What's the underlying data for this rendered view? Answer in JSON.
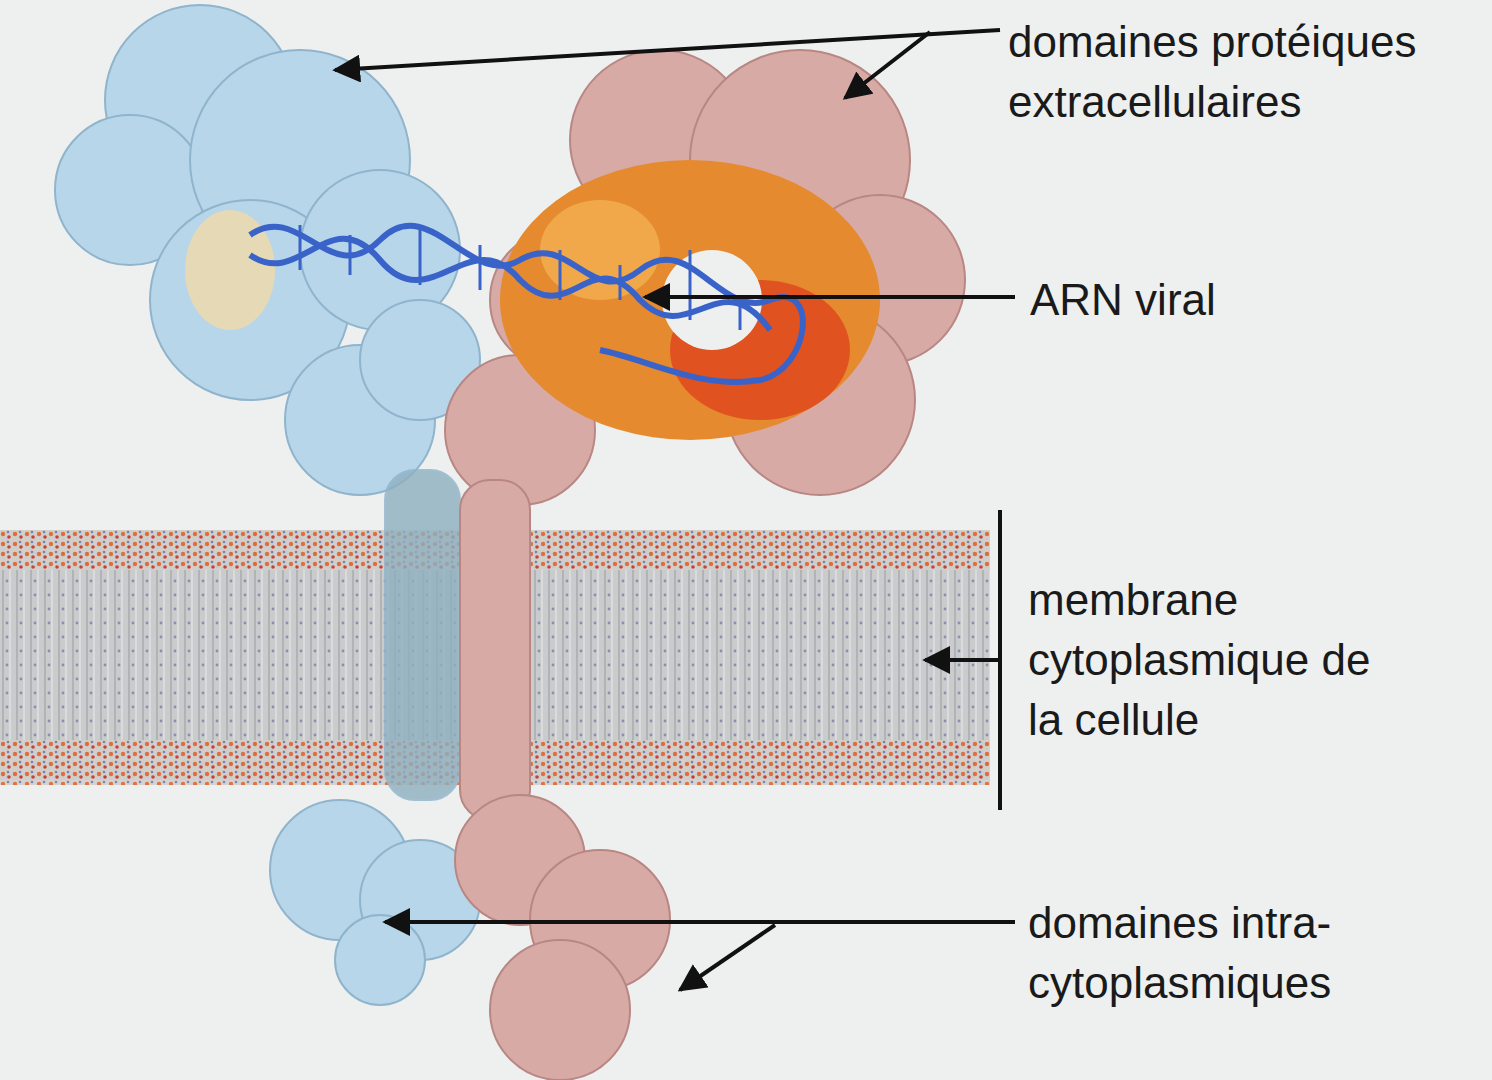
{
  "diagram": {
    "labels": [
      "domaines protéiques extracellulaires",
      "ARN viral",
      "membrane cytoplasmique de la cellule",
      "domaines intra- cytoplasmiques"
    ]
  }
}
